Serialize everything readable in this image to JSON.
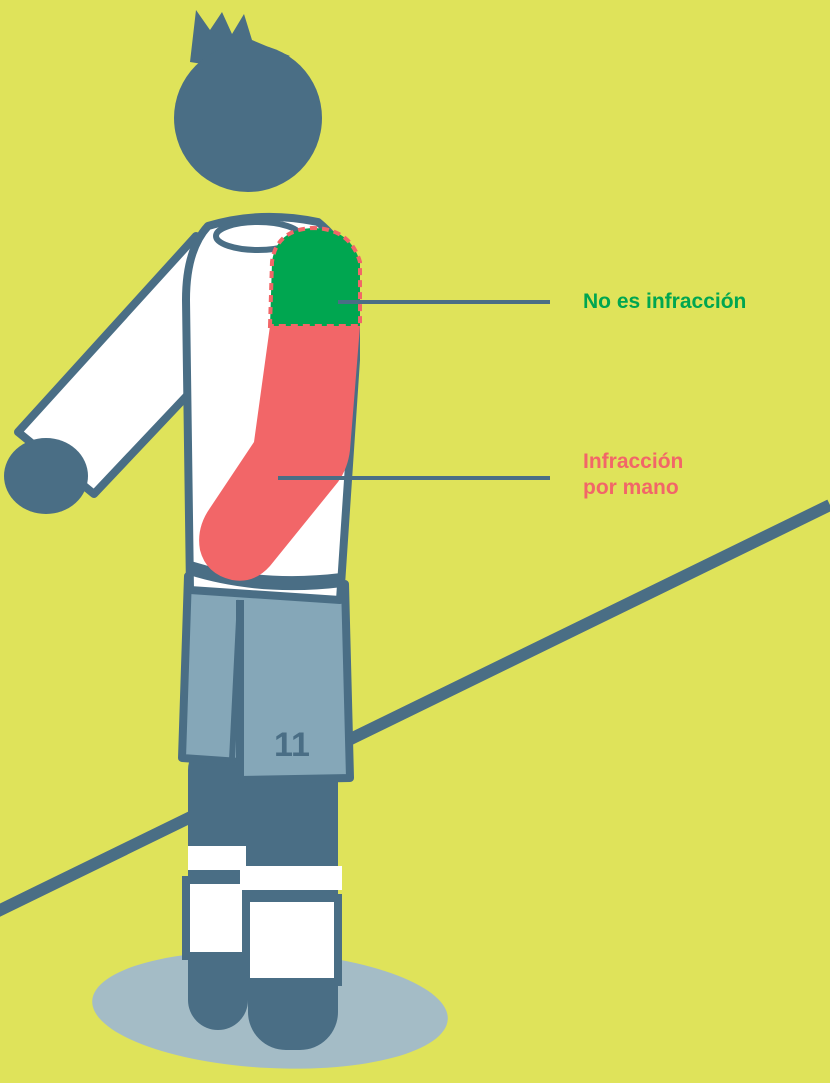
{
  "labels": {
    "no_infraction": "No es infracción",
    "infraction_line1": "Infracción",
    "infraction_line2": "por mano"
  },
  "jersey_number": "11",
  "colors": {
    "background": "#dfe35a",
    "outline": "#4a6e85",
    "jersey": "#ffffff",
    "shorts": "#85a7b8",
    "shadow": "#a4bcc6",
    "allowed_zone": "#00a650",
    "infraction_zone": "#f26668",
    "allowed_label": "#00a650",
    "infraction_label": "#f26668"
  }
}
